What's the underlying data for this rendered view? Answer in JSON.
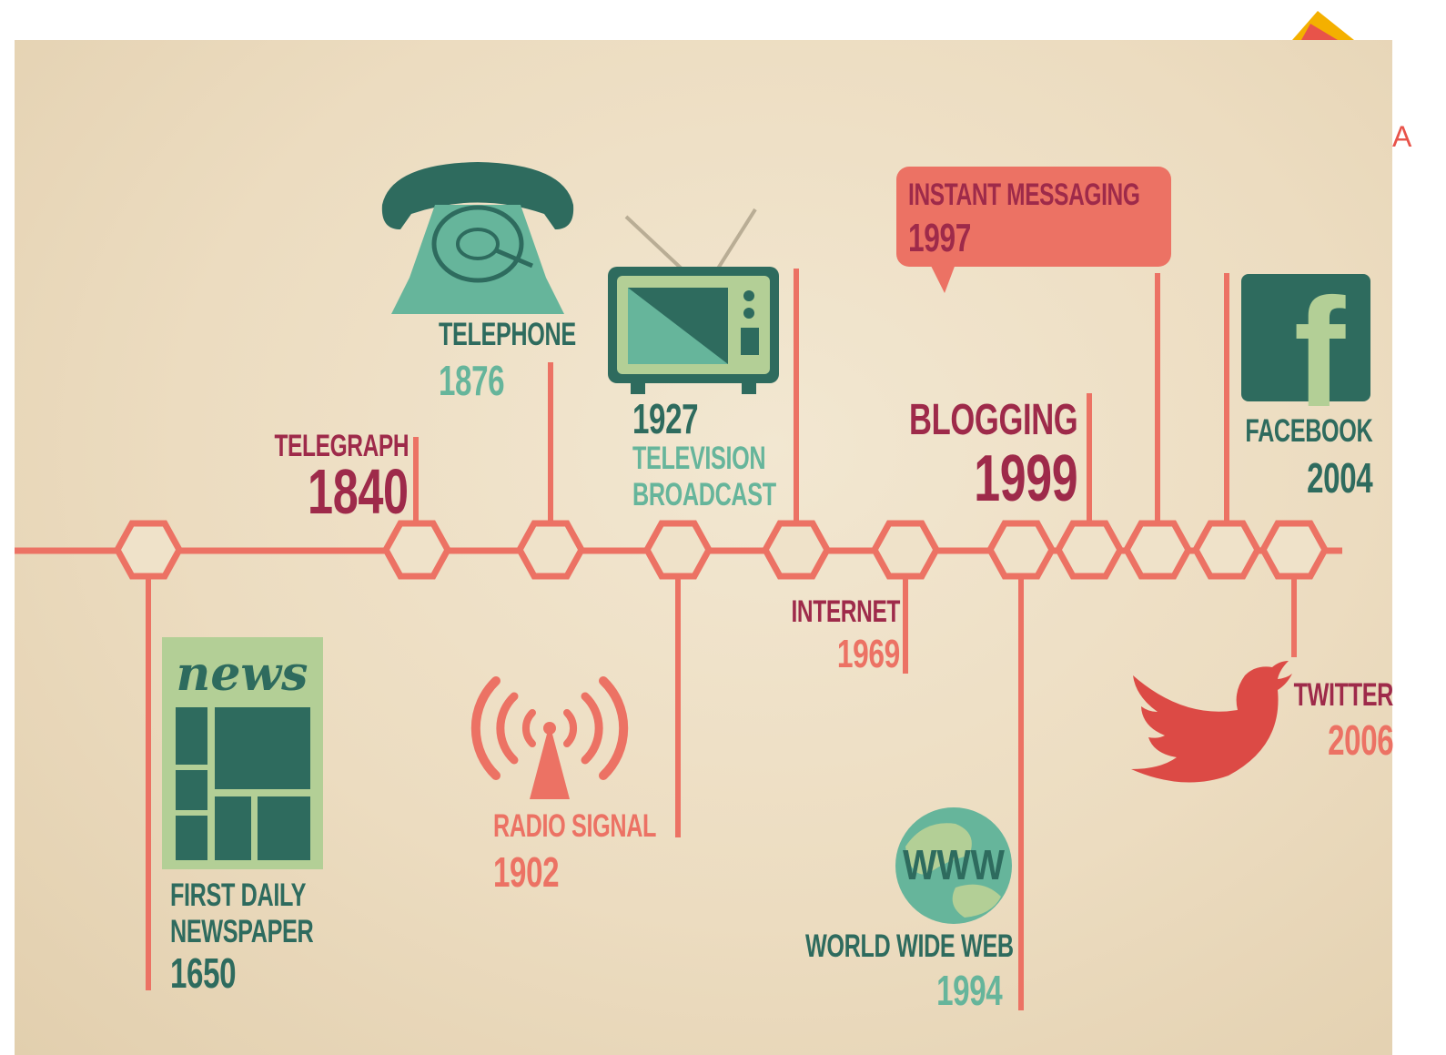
{
  "events": [
    {
      "key": "newspaper",
      "lines": [
        "FIRST DAILY",
        "NEWSPAPER"
      ],
      "year": "1650",
      "icon": "newspaper-icon",
      "icon_text": "news"
    },
    {
      "key": "telegraph",
      "lines": [
        "TELEGRAPH"
      ],
      "year": "1840",
      "icon": ""
    },
    {
      "key": "telephone",
      "lines": [
        "TELEPHONE"
      ],
      "year": "1876",
      "icon": "telephone-icon"
    },
    {
      "key": "radio",
      "lines": [
        "RADIO SIGNAL"
      ],
      "year": "1902",
      "icon": "radio-signal-icon"
    },
    {
      "key": "television",
      "lines": [
        "TELEVISION",
        "BROADCAST"
      ],
      "year": "1927",
      "icon": "television-icon"
    },
    {
      "key": "internet",
      "lines": [
        "INTERNET"
      ],
      "year": "1969",
      "icon": ""
    },
    {
      "key": "www",
      "lines": [
        "WORLD WIDE WEB"
      ],
      "year": "1994",
      "icon": "globe-icon",
      "icon_text": "WWW"
    },
    {
      "key": "im",
      "lines": [
        "INSTANT MESSAGING"
      ],
      "year": "1997",
      "icon": "speech-bubble-icon"
    },
    {
      "key": "blogging",
      "lines": [
        "BLOGGING"
      ],
      "year": "1999",
      "icon": ""
    },
    {
      "key": "facebook",
      "lines": [
        "FACEBOOK"
      ],
      "year": "2004",
      "icon": "facebook-icon",
      "icon_text": "f"
    },
    {
      "key": "twitter",
      "lines": [
        "TWITTER"
      ],
      "year": "2006",
      "icon": "twitter-bird-icon"
    }
  ],
  "corner_logo": {
    "icon": "brand-logo-icon",
    "letter": "A"
  },
  "colors": {
    "background": "#ecdcc0",
    "line": "#ec7264",
    "dark_red": "#9e2a4a",
    "dark_teal": "#2e6b5e",
    "mint": "#66b59b",
    "pale_green": "#b3cf96",
    "coral": "#ec7264",
    "twitter_red": "#dc4a45"
  }
}
